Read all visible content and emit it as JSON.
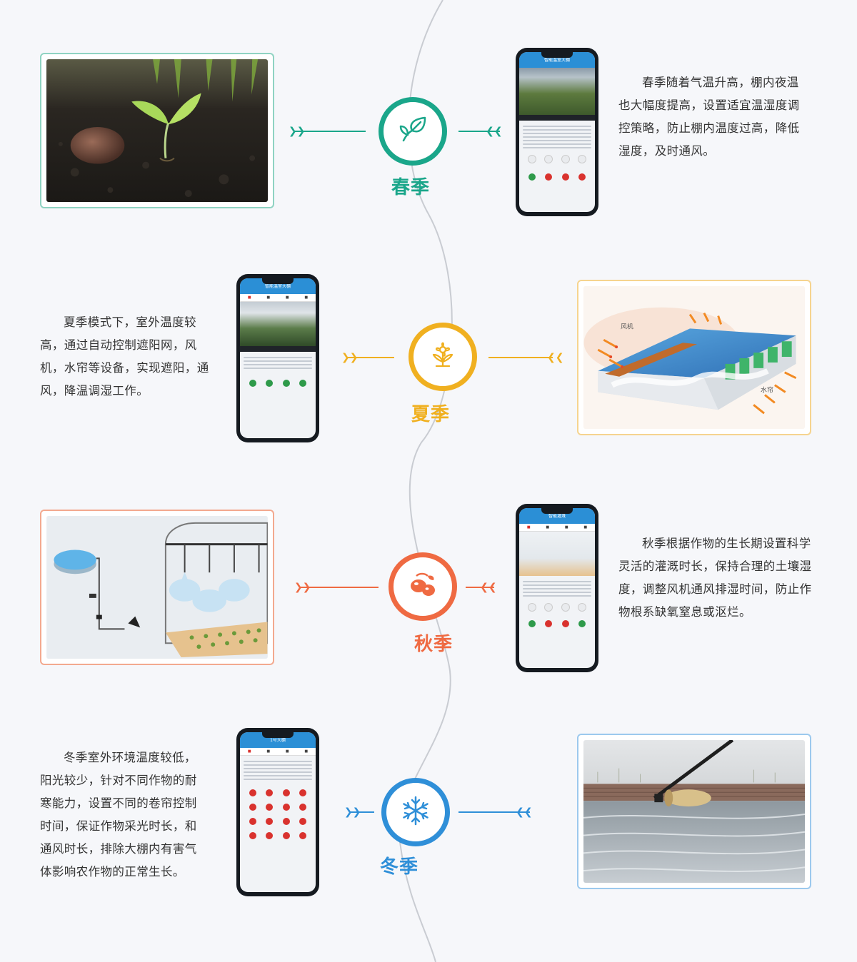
{
  "colors": {
    "spring": "#1aa68a",
    "summer": "#f0b020",
    "autumn": "#ef6a42",
    "winter": "#2f8fd8",
    "phone_header": "#2b8fd6",
    "curve": "#c9ccd2"
  },
  "seasons": [
    {
      "key": "spring",
      "label": "春季",
      "icon": "leaf-icon",
      "description": "春季随着气温升高，棚内夜温也大幅度提高，设置适宜温湿度调控策略，防止棚内温度过高，降低湿度，及时通风。",
      "image": "seedling-photo",
      "phone_title": "智能温室大棚"
    },
    {
      "key": "summer",
      "label": "夏季",
      "icon": "flower-icon",
      "description": "夏季模式下，室外温度较高，通过自动控制遮阳网，风机，水帘等设备，实现遮阳，通风，降温调湿工作。",
      "image": "greenhouse-cooling-diagram",
      "phone_title": "智能温室大棚",
      "diagram_labels": [
        "风机",
        "水帘"
      ]
    },
    {
      "key": "autumn",
      "label": "秋季",
      "icon": "fruit-icon",
      "description": "秋季根据作物的生长期设置科学灵活的灌溉时长，保持合理的土壤湿度，调整风机通风排湿时间，防止作物根系缺氧窒息或沤烂。",
      "image": "irrigation-system-diagram",
      "phone_title": "智能灌溉"
    },
    {
      "key": "winter",
      "label": "冬季",
      "icon": "snowflake-icon",
      "description": "冬季室外环境温度较低，阳光较少，针对不同作物的耐寒能力，设置不同的卷帘控制时间，保证作物采光时长，和通风时长，排除大棚内有害气体影响农作物的正常生长。",
      "image": "greenhouse-roller-photo",
      "phone_title": "1号大棚"
    }
  ]
}
